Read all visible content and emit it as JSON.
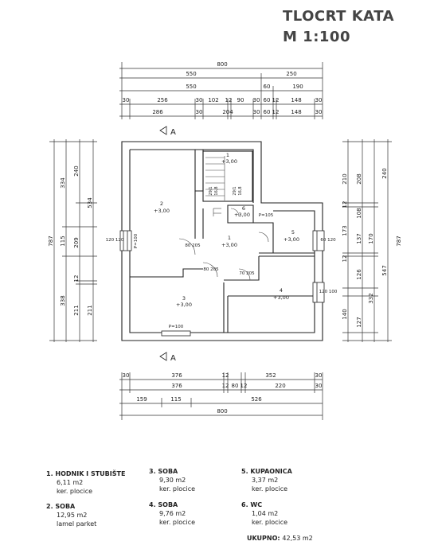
{
  "title": {
    "line1": "TLOCRT KATA",
    "line2": "M 1:100"
  },
  "dimensions": {
    "top_overall": "800",
    "top_row2": [
      "550",
      "250"
    ],
    "top_row3": [
      "550",
      "60",
      "190"
    ],
    "top_row4": [
      "30",
      "256",
      "30",
      "102",
      "12",
      "90",
      "30",
      "60",
      "12",
      "148",
      "30"
    ],
    "top_row5": [
      "286",
      "30",
      "204",
      "30",
      "60",
      "12",
      "148",
      "30"
    ],
    "left_outer": "787",
    "left_mid": [
      "334",
      "115",
      "338"
    ],
    "left_inner": [
      "240",
      "534",
      "209",
      "12",
      "211",
      "211"
    ],
    "right_inner": [
      "210",
      "208",
      "240",
      "12",
      "108",
      "173",
      "137",
      "170",
      "126",
      "12",
      "140",
      "127"
    ],
    "right_outer": [
      "787",
      "547",
      "332"
    ],
    "bottom_row1": [
      "30",
      "376",
      "12",
      "352",
      "30"
    ],
    "bottom_row2": [
      "376",
      "12",
      "80",
      "12",
      "220",
      "30"
    ],
    "bottom_row3": [
      "159",
      "115",
      "526"
    ],
    "bottom_overall": "800"
  },
  "plan_labels": {
    "section_marker": "A",
    "room_numbers": [
      "1",
      "2",
      "3",
      "4",
      "5",
      "6",
      "1"
    ],
    "levels": [
      "+3,00",
      "+3,00",
      "+3,00",
      "+3,00",
      "+3,00",
      "+3,00",
      "+3,00"
    ],
    "window_tags": [
      "120 120",
      "P=100",
      "60 120",
      "120 100",
      "P=100",
      "P=105",
      "80 205",
      "80 205",
      "70 205"
    ],
    "stair_tags": [
      "29/1",
      "16,8",
      "29/1",
      "16,8"
    ]
  },
  "rooms": [
    {
      "name": "1. HODNIK I STUBIŠTE",
      "area": "6,11 m2",
      "finish": "ker. plocice"
    },
    {
      "name": "2. SOBA",
      "area": "12,95 m2",
      "finish": "lamel parket"
    },
    {
      "name": "3. SOBA",
      "area": "9,30 m2",
      "finish": "ker. plocice"
    },
    {
      "name": "4. SOBA",
      "area": "9,76 m2",
      "finish": "ker. plocice"
    },
    {
      "name": "5. KUPAONICA",
      "area": "3,37 m2",
      "finish": "ker. plocice"
    },
    {
      "name": "6. WC",
      "area": "1,04 m2",
      "finish": "ker. plocice"
    }
  ],
  "total": {
    "label": "UKUPNO:",
    "value": "42,53 m2"
  }
}
